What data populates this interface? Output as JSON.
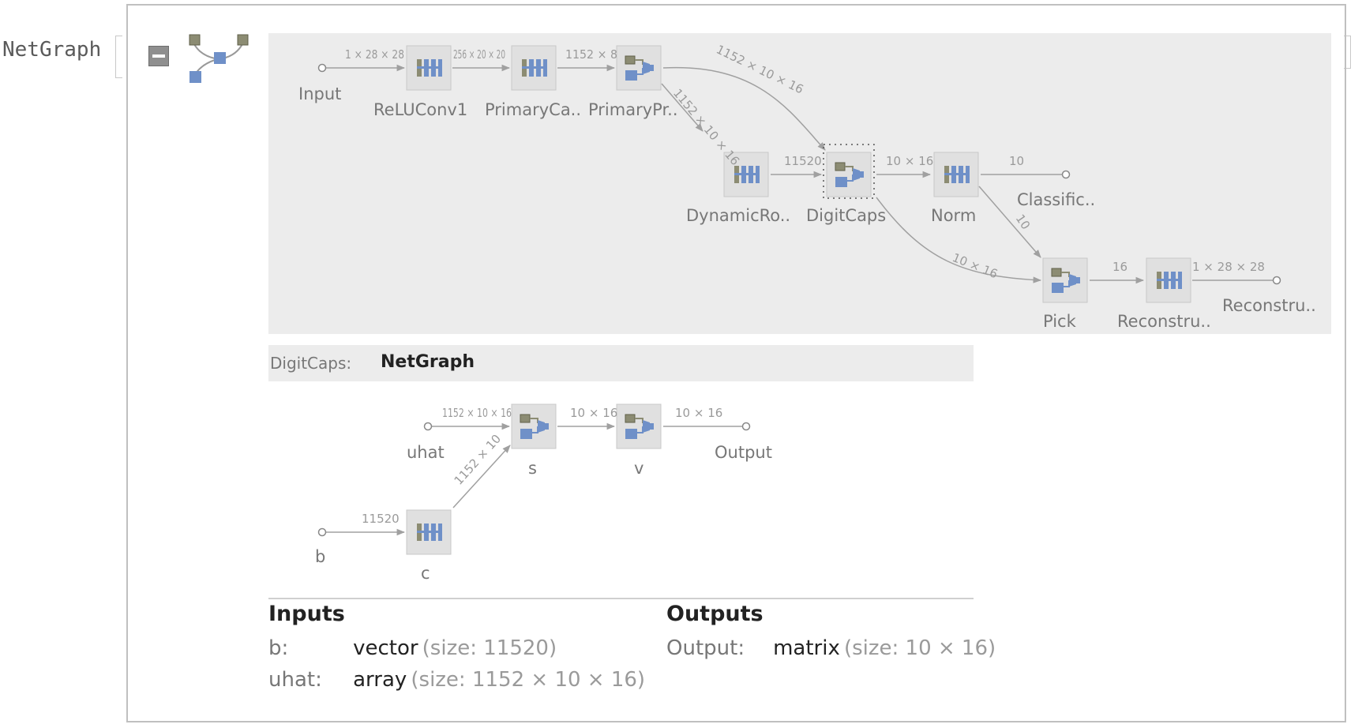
{
  "header": {
    "label": "NetGraph"
  },
  "main_graph": {
    "nodes": {
      "input": "Input",
      "relu": "ReLUConv1",
      "primarycaps": "PrimaryCa..",
      "primarypr": "PrimaryPr..",
      "dynamic": "DynamicRo..",
      "digitcaps": "DigitCaps",
      "norm": "Norm",
      "classific": "Classific..",
      "pick": "Pick",
      "reconstru_layer": "Reconstru..",
      "reconstru_out": "Reconstru.."
    },
    "edges": {
      "input_relu": "1 × 28 × 28",
      "relu_prim": "256 × 20 × 20",
      "prim_pp": "1152 × 8",
      "pp_digit": "1152 × 10 × 16",
      "pp_dyn": "1152 × 10 × 16",
      "dyn_digit": "11520",
      "digit_norm": "10 × 16",
      "norm_class": "10",
      "norm_pick": "10",
      "digit_pick": "10 × 16",
      "pick_recon": "16",
      "recon_out": "1 × 28 × 28"
    }
  },
  "subgraph": {
    "name": "DigitCaps:",
    "type": "NetGraph",
    "nodes": {
      "uhat": "uhat",
      "s": "s",
      "v": "v",
      "output": "Output",
      "b": "b",
      "c": "c"
    },
    "edges": {
      "uhat_s": "1152 × 10 × 16",
      "s_v": "10 × 16",
      "v_out": "10 × 16",
      "c_s": "1152 × 10",
      "b_c": "11520"
    }
  },
  "inputs": {
    "title": "Inputs",
    "rows": [
      {
        "key": "b:",
        "type": "vector",
        "detail": "(size: 11520)"
      },
      {
        "key": "uhat:",
        "type": "array",
        "detail": "(size: 1152 × 10 × 16)"
      }
    ]
  },
  "outputs": {
    "title": "Outputs",
    "rows": [
      {
        "key": "Output:",
        "type": "matrix",
        "detail": "(size: 10 × 16)"
      }
    ]
  },
  "colors": {
    "panel": "#ececec",
    "node_blue": "#6f90c8",
    "node_olive": "#8c8c73"
  }
}
